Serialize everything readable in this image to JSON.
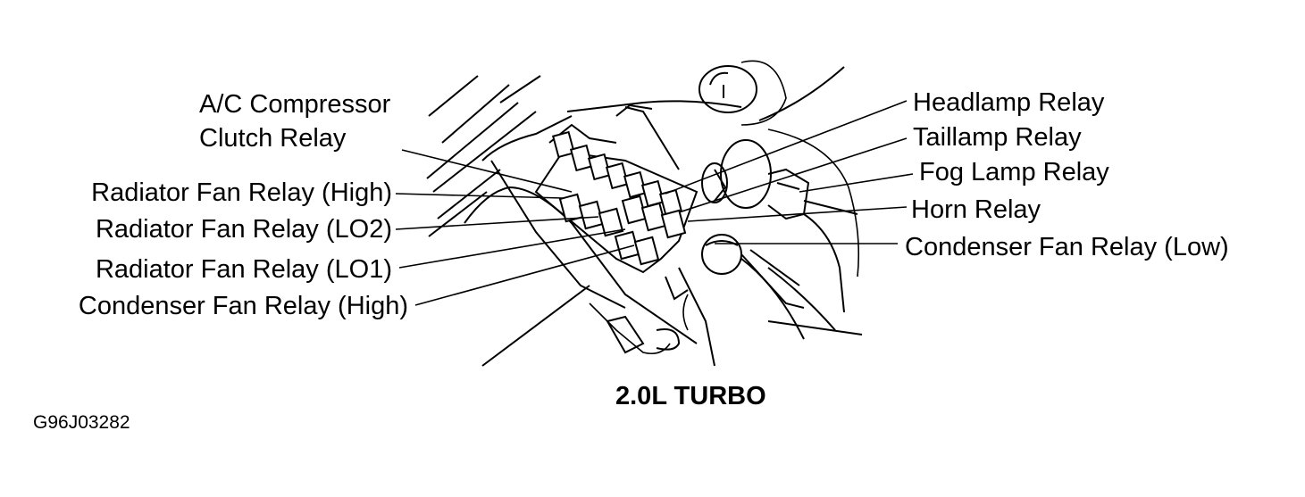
{
  "labels": {
    "ac_compressor_line1": "A/C Compressor",
    "ac_compressor_line2": "Clutch Relay",
    "radiator_fan_high": "Radiator Fan Relay (High)",
    "radiator_fan_lo2": "Radiator Fan Relay (LO2)",
    "radiator_fan_lo1": "Radiator Fan Relay (LO1)",
    "condenser_fan_high": "Condenser Fan Relay (High)",
    "headlamp": "Headlamp Relay",
    "taillamp": "Taillamp Relay",
    "fog_lamp": "Fog Lamp Relay",
    "horn": "Horn Relay",
    "condenser_fan_low": "Condenser Fan Relay (Low)"
  },
  "caption": "2.0L TURBO",
  "figure_id": "G96J03282"
}
